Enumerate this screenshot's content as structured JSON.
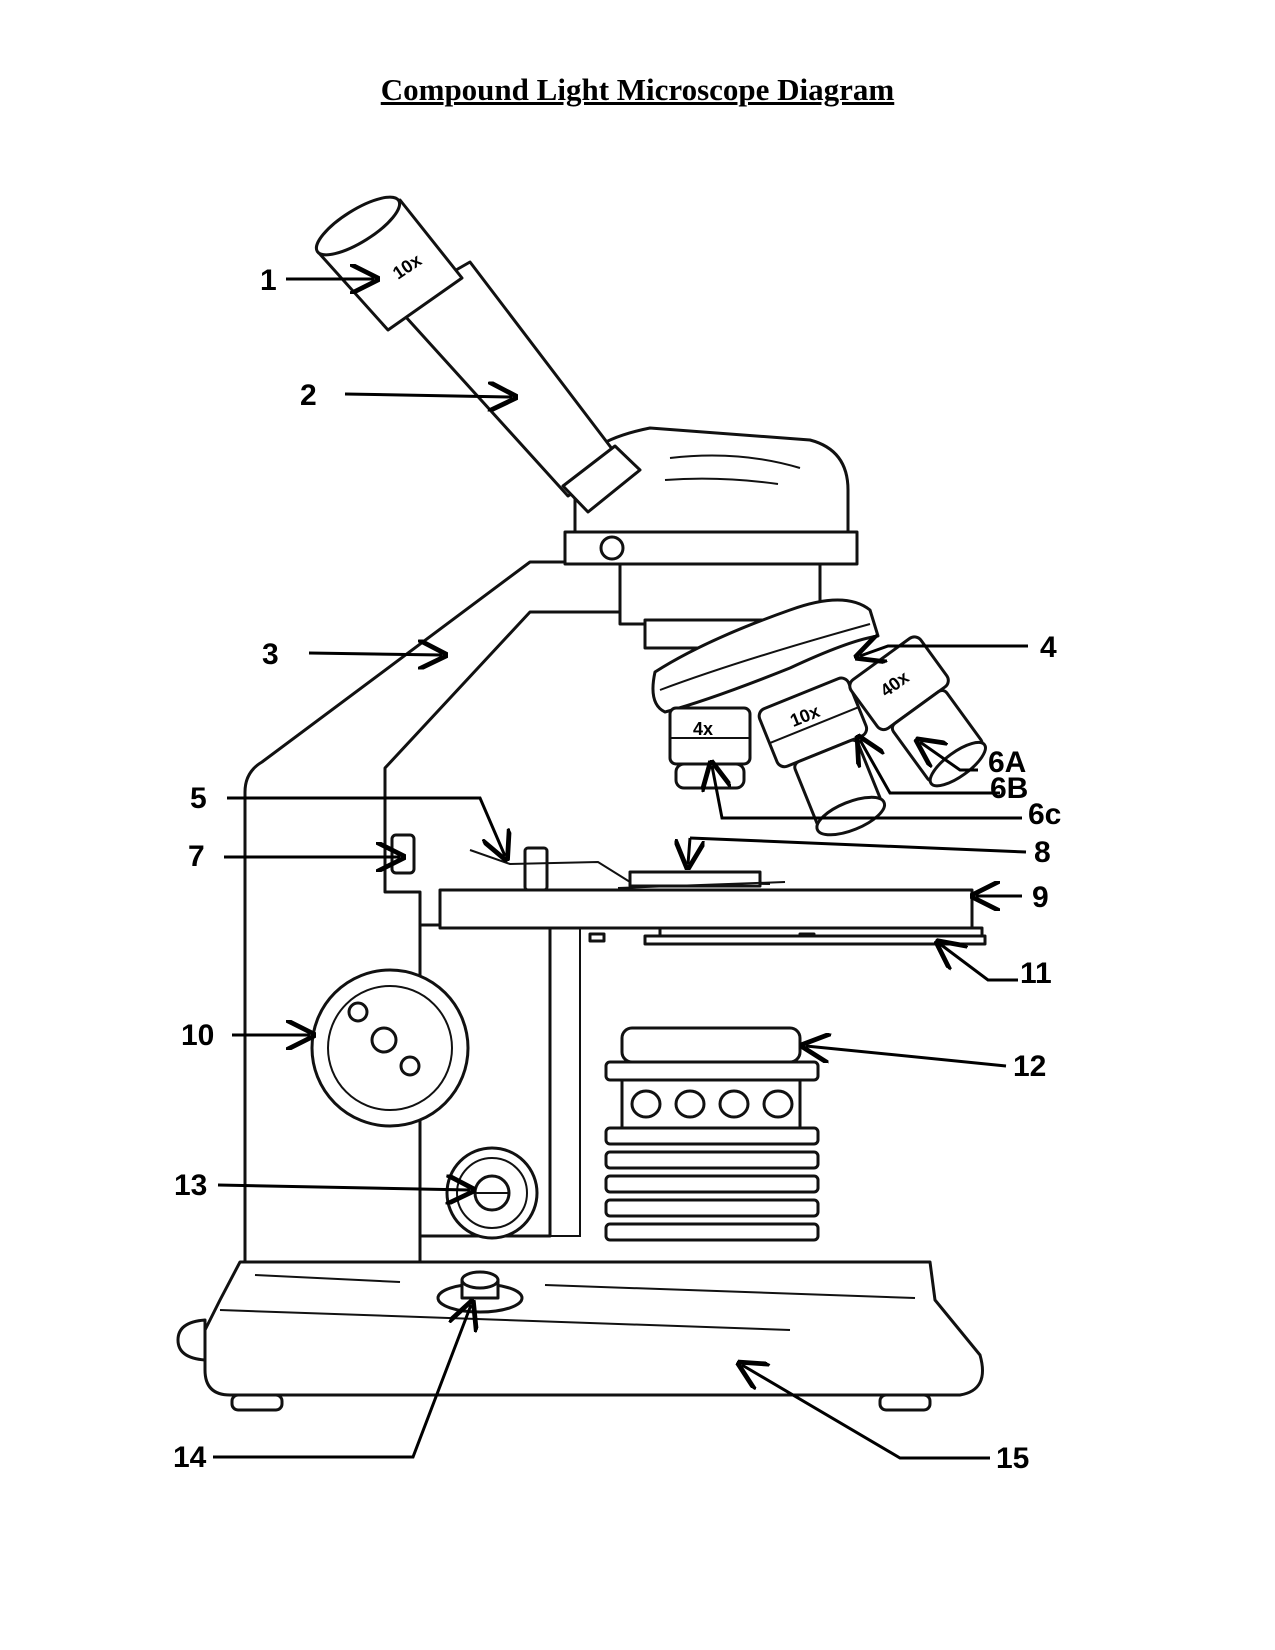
{
  "title": "Compound Light Microscope Diagram",
  "engravings": {
    "eyepiece": "10x",
    "objective_low": "4x",
    "objective_mid": "10x",
    "objective_high": "40x"
  },
  "callouts": [
    "1",
    "2",
    "3",
    "4",
    "5",
    "6A",
    "6B",
    "6c",
    "7",
    "8",
    "9",
    "10",
    "11",
    "12",
    "13",
    "14",
    "15"
  ],
  "colors": {
    "line": "#111111",
    "background": "#ffffff"
  }
}
